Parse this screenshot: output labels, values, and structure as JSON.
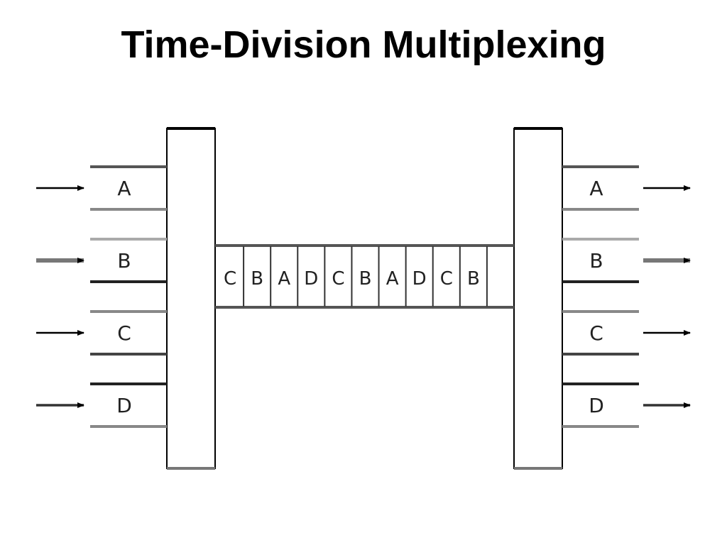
{
  "title": "Time-Division Multiplexing",
  "input_channels": [
    "A",
    "B",
    "C",
    "D"
  ],
  "output_channels": [
    "A",
    "B",
    "C",
    "D"
  ],
  "time_slots": [
    "C",
    "B",
    "A",
    "D",
    "C",
    "B",
    "A",
    "D",
    "C",
    "B",
    ""
  ]
}
